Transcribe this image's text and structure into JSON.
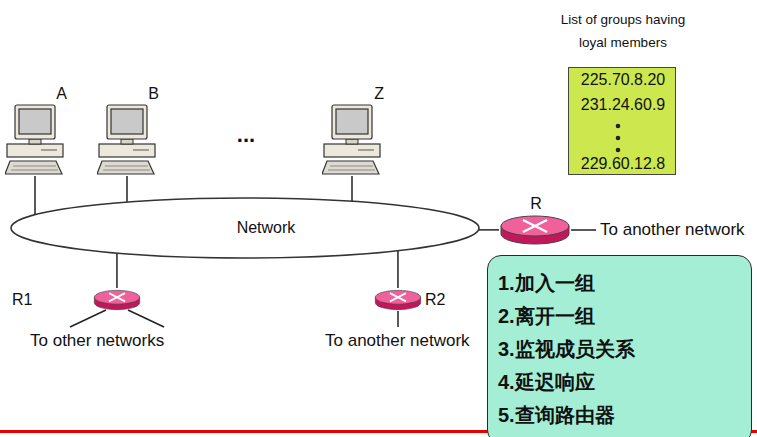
{
  "diagram": {
    "nodes": [
      {
        "text": [
          "A"
        ]
      },
      {
        "text": [
          "B"
        ]
      },
      {
        "text": [
          "Z"
        ]
      },
      {
        "text": [
          "List of groups having loyal members",
          "225.70.8.20",
          "231.24.60.9",
          "229.60.12.8"
        ]
      },
      {
        "text": [
          "Network"
        ]
      },
      {
        "text": [
          "R"
        ]
      },
      {
        "text": [
          "R1"
        ]
      },
      {
        "text": [
          "R2"
        ]
      },
      {
        "text": [
          "1.加入一组",
          "2.离开一组",
          "3.监视成员关系",
          "4.延迟响应",
          "5.查询路由器"
        ]
      }
    ],
    "edges": [
      {
        "from": 0,
        "to": 4,
        "arrow": "none"
      },
      {
        "from": 1,
        "to": 4,
        "arrow": "none"
      },
      {
        "from": 2,
        "to": 4,
        "arrow": "none"
      },
      {
        "from": 5,
        "to": 4,
        "arrow": "none"
      },
      {
        "from": 6,
        "to": 4,
        "arrow": "none"
      },
      {
        "from": 7,
        "to": 4,
        "arrow": "none"
      }
    ],
    "labels": [
      "...",
      "To another network",
      "To other networks",
      "To another network"
    ]
  }
}
